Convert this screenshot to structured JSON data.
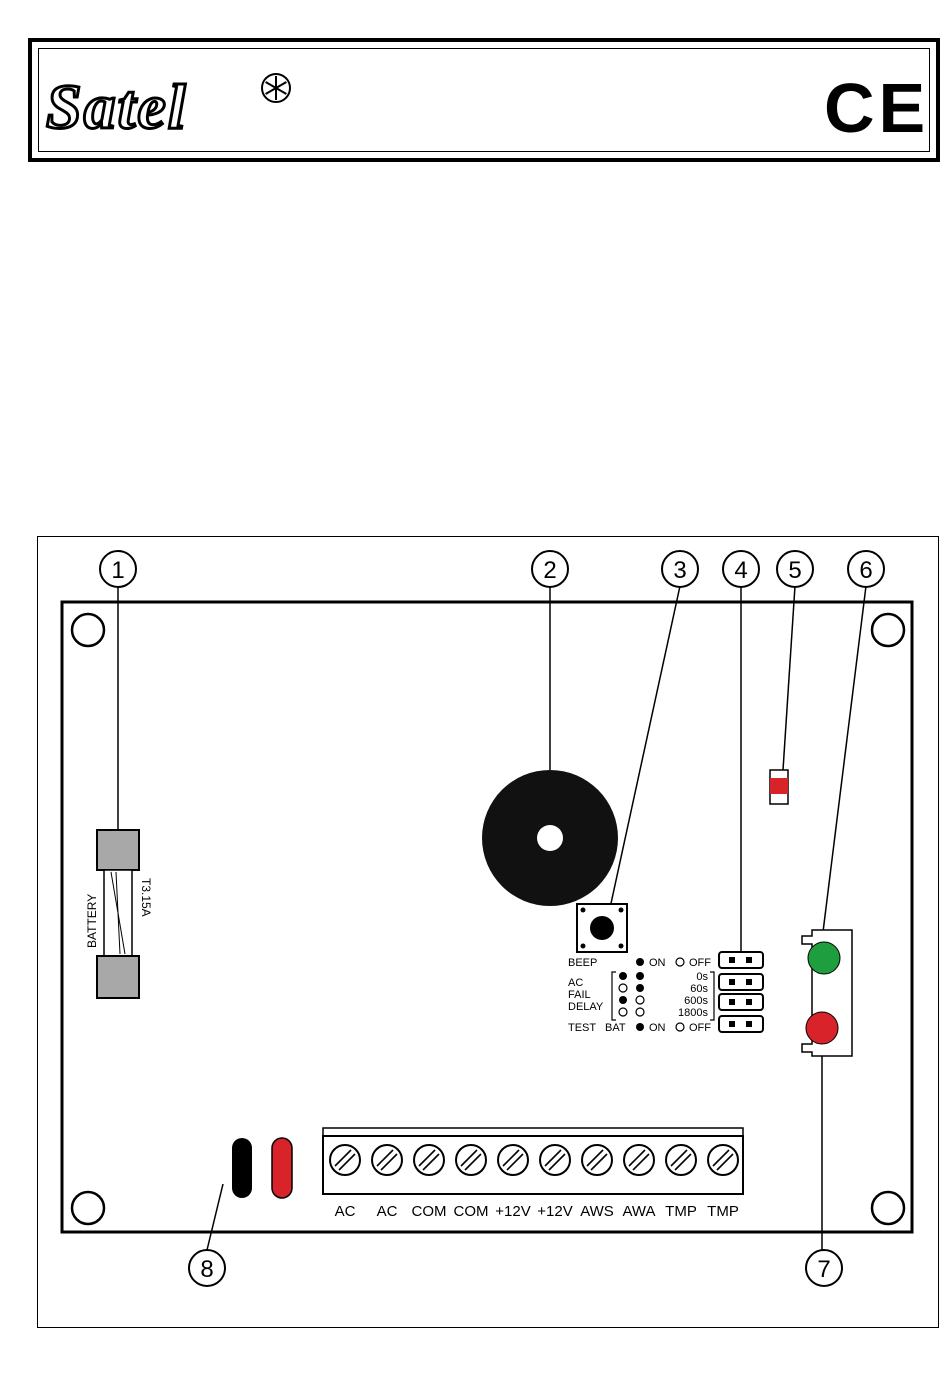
{
  "header": {
    "brand": "Satel",
    "certification_mark": "CE"
  },
  "diagram": {
    "callouts": [
      "1",
      "2",
      "3",
      "4",
      "5",
      "6",
      "7",
      "8"
    ],
    "fuse": {
      "side_label": "BATTERY",
      "rating_label": "T3.15A"
    },
    "jumper_panel": {
      "beep_label": "BEEP",
      "on_label": "ON",
      "off_label": "OFF",
      "ac_fail_delay_label": [
        "AC",
        "FAIL",
        "DELAY"
      ],
      "delay_options": [
        "0s",
        "60s",
        "600s",
        "1800s"
      ],
      "test_label": "TEST",
      "bat_label": "BAT"
    },
    "terminals": [
      "AC",
      "AC",
      "COM",
      "COM",
      "+12V",
      "+12V",
      "AWS",
      "AWA",
      "TMP",
      "TMP"
    ],
    "colors": {
      "board_outline": "#000000",
      "led_green": "#1e9e3e",
      "led_red": "#d8232a",
      "red_wire": "#d8232a",
      "black_wire": "#000000",
      "fuse_cap": "#a8a8a8"
    }
  }
}
